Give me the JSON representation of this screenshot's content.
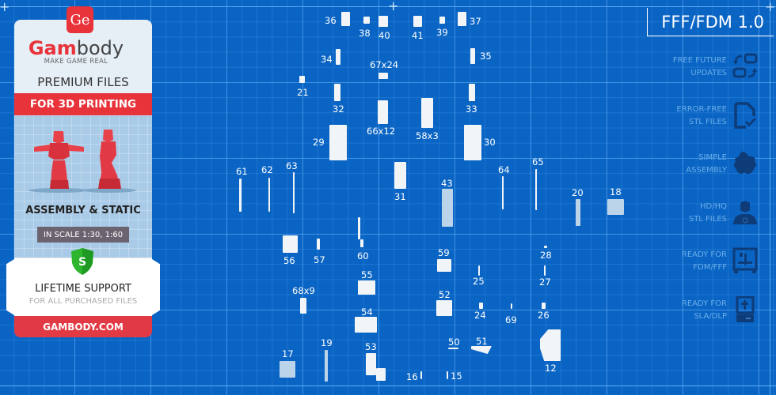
{
  "promo": {
    "logo_glyph": "Ge",
    "brand_red": "Gam",
    "brand_gray": "body",
    "tagline": "MAKE GAME REAL",
    "premium": "PREMIUM FILES",
    "for_3d": "FOR 3D PRINTING",
    "assembly": "ASSEMBLY & STATIC",
    "scale": "IN SCALE 1:30, 1:60",
    "shield_letter": "S",
    "support_title": "LIFETIME SUPPORT",
    "support_sub": "FOR ALL PURCHASED FILES",
    "site": "GAMBODY.COM",
    "colors": {
      "red": "#e8333a",
      "green": "#2db52d",
      "panel": "#e6eef6"
    }
  },
  "version": "FFF/FDM 1.0",
  "features": [
    {
      "line1": "FREE FUTURE",
      "line2": "UPDATES",
      "icon": "sync-icon"
    },
    {
      "line1": "ERROR-FREE",
      "line2": "STL FILES",
      "icon": "file-check-icon"
    },
    {
      "line1": "SIMPLE",
      "line2": "ASSEMBLY",
      "icon": "puzzle-icon"
    },
    {
      "line1": "HD/HQ",
      "line2": "STL FILES",
      "icon": "bust-icon"
    },
    {
      "line1": "READY FOR",
      "line2": "FDM/FFF",
      "icon": "fdm-printer-icon"
    },
    {
      "line1": "READY FOR",
      "line2": "SLA/DLP",
      "icon": "sla-printer-icon"
    }
  ],
  "parts": {
    "p36": "36",
    "p38": "38",
    "p40": "40",
    "p41": "41",
    "p39": "39",
    "p37": "37",
    "p34": "34",
    "p35": "35",
    "p67": "67x24",
    "p21": "21",
    "p32": "32",
    "p33": "33",
    "p66": "66x12",
    "p58": "58x3",
    "p29": "29",
    "p30": "30",
    "p61": "61",
    "p62": "62",
    "p63": "63",
    "p31": "31",
    "p43": "43",
    "p64": "64",
    "p65": "65",
    "p20": "20",
    "p18": "18",
    "p56": "56",
    "p57": "57",
    "p60": "60",
    "p59": "59",
    "p28": "28",
    "p25": "25",
    "p27": "27",
    "p55": "55",
    "p68": "68x9",
    "p52": "52",
    "p24": "24",
    "p69": "69",
    "p26": "26",
    "p54": "54",
    "p50": "50",
    "p51": "51",
    "p12": "12",
    "p17": "17",
    "p19": "19",
    "p53": "53",
    "p16": "16",
    "p15": "15"
  },
  "colors": {
    "background": "#0a64c4",
    "grid": "#5aaef0",
    "feature_text": "#6aaee8",
    "feature_icon": "#0d3c78"
  }
}
